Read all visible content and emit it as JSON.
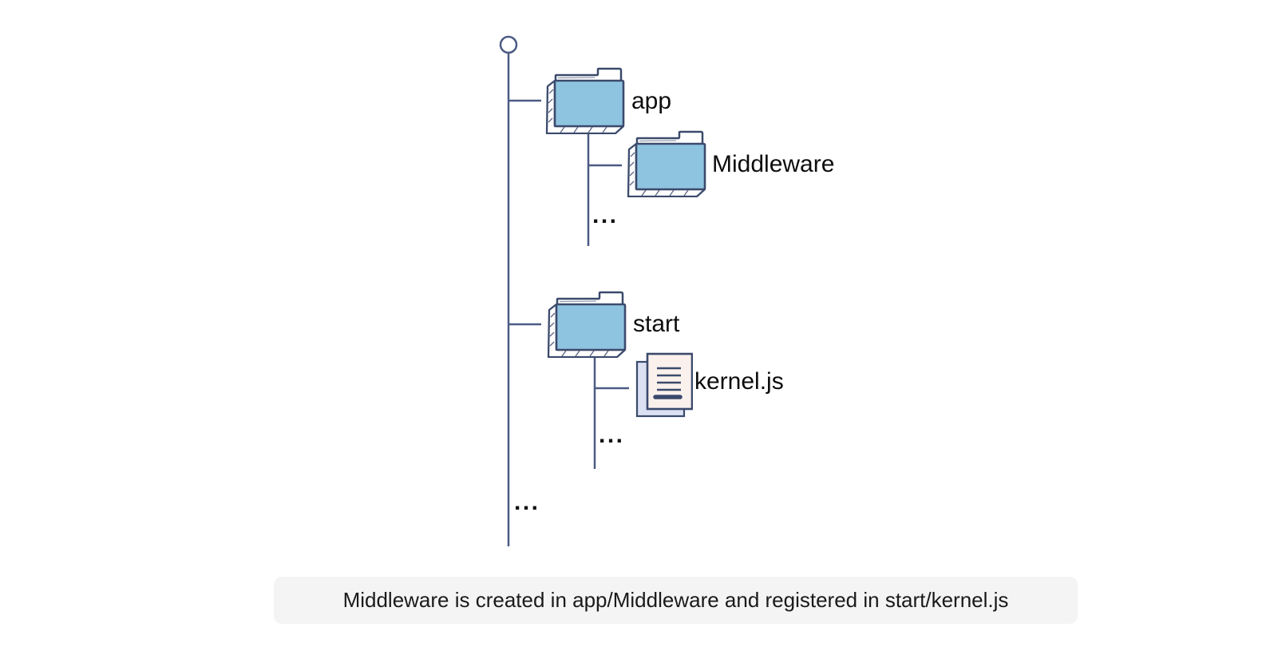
{
  "tree": {
    "root": {
      "icon": "circle-node",
      "more": "..."
    },
    "app": {
      "label": "app",
      "icon": "folder-icon",
      "more": "..."
    },
    "middleware": {
      "label": "Middleware",
      "icon": "folder-icon"
    },
    "start": {
      "label": "start",
      "icon": "folder-icon",
      "more": "..."
    },
    "kernel": {
      "label": "kernel.js",
      "icon": "file-document-icon"
    }
  },
  "caption": {
    "text": "Middleware is created in app/Middleware and registered in start/kernel.js"
  },
  "colors": {
    "connector": "#4C5B84",
    "icon_outline": "#3B4A6C",
    "folder_fill": "#8FC4E0",
    "file_back_fill": "#DBE0F2",
    "file_front_fill": "#FAF1ED",
    "label_text": "#0D0D0D",
    "caption_bg": "#F4F4F4",
    "caption_text": "#1A1A1A",
    "background": "#FFFFFF"
  }
}
